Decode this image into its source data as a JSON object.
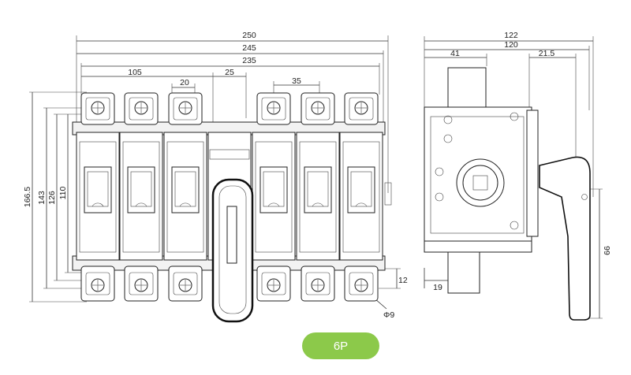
{
  "front_view": {
    "dimensions": {
      "overall_width": "250",
      "mounting_width": "245",
      "pole_span": "235",
      "left_group": "105",
      "pole_pitch": "20",
      "handle_offset": "25",
      "right_pitch": "35",
      "height_overall": "166.5",
      "height_143": "143",
      "height_126": "126",
      "height_110": "110",
      "terminal_12": "12",
      "hole_dia": "Φ9"
    },
    "pole_count": 6
  },
  "side_view": {
    "dimensions": {
      "depth_overall": "122",
      "depth_120": "120",
      "depth_41": "41",
      "handle_21_5": "21.5",
      "bottom_19": "19",
      "handle_66": "66"
    }
  },
  "badge": {
    "label": "6P",
    "color": "#8cc94a"
  }
}
